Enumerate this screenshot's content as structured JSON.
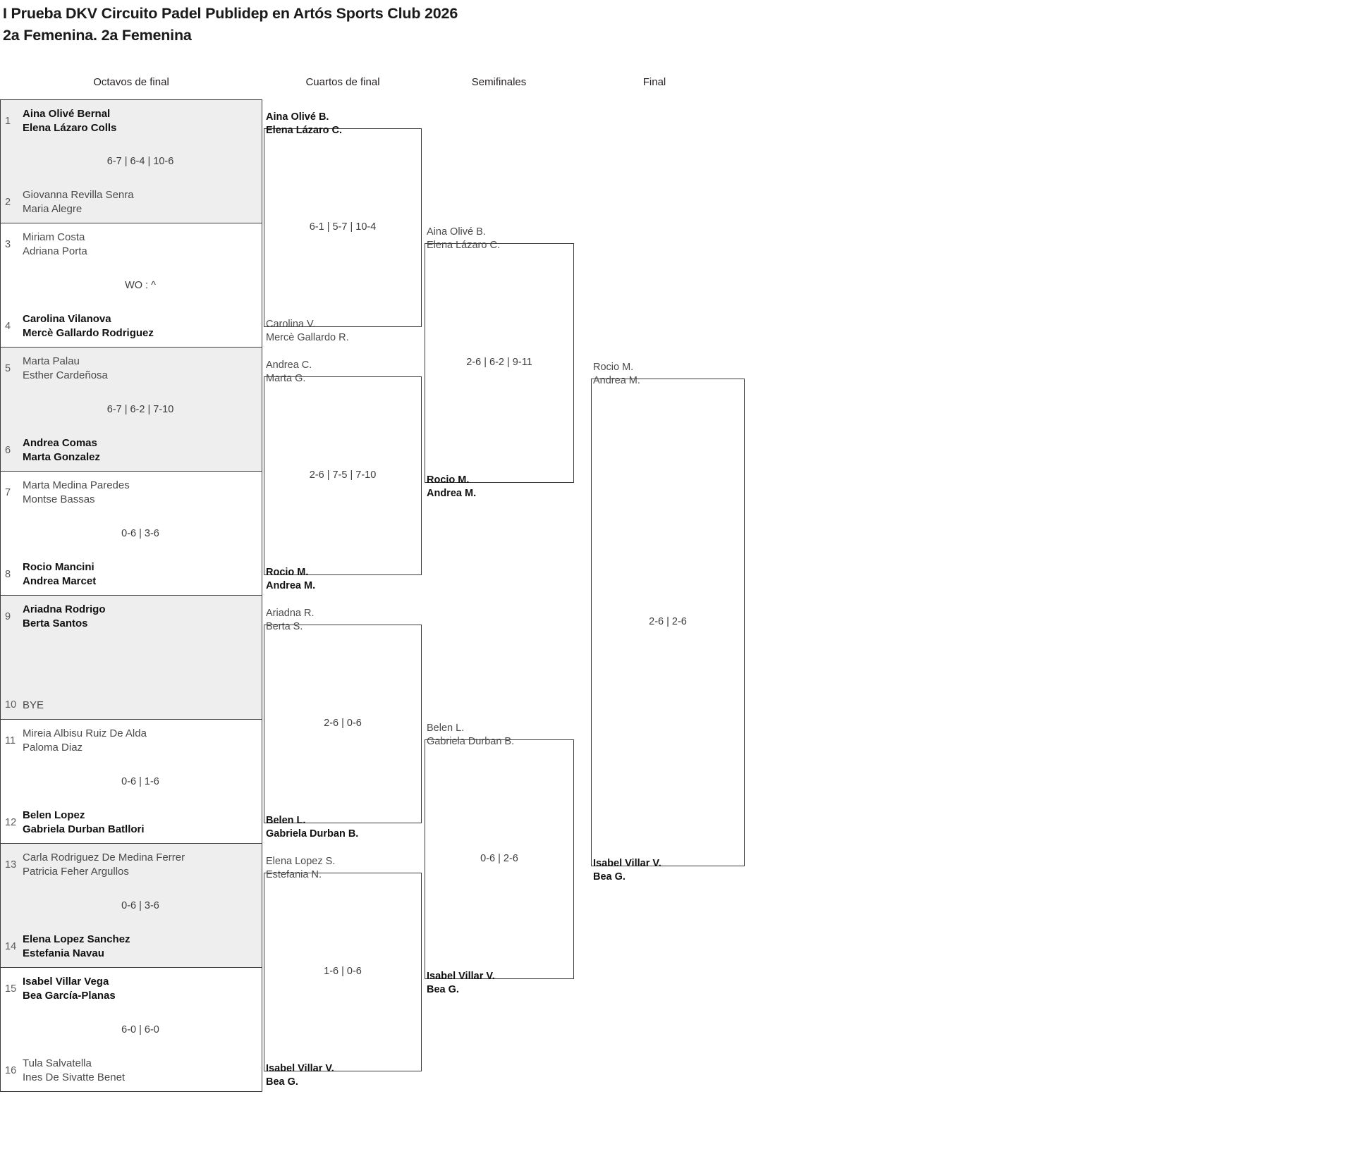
{
  "header": {
    "title_line1": "I Prueba DKV Circuito Padel Publidep en Artós Sports Club 2026",
    "title_line2": "2a Femenina. 2a Femenina"
  },
  "rounds": [
    {
      "label": "Octavos de final"
    },
    {
      "label": "Cuartos de final"
    },
    {
      "label": "Semifinales"
    },
    {
      "label": "Final"
    }
  ],
  "round1": [
    {
      "top": {
        "seed": "1",
        "p1": "Aina Olivé Bernal",
        "p2": "Elena Lázaro Colls",
        "winner": true
      },
      "bottom": {
        "seed": "2",
        "p1": "Giovanna Revilla Senra",
        "p2": "Maria Alegre",
        "winner": false
      },
      "score": "6-7 | 6-4 | 10-6"
    },
    {
      "top": {
        "seed": "3",
        "p1": "Miriam Costa",
        "p2": "Adriana Porta",
        "winner": false
      },
      "bottom": {
        "seed": "4",
        "p1": "Carolina Vilanova",
        "p2": "Mercè Gallardo Rodriguez",
        "winner": true
      },
      "score": "WO : ^"
    },
    {
      "top": {
        "seed": "5",
        "p1": "Marta Palau",
        "p2": "Esther Cardeñosa",
        "winner": false
      },
      "bottom": {
        "seed": "6",
        "p1": "Andrea Comas",
        "p2": "Marta Gonzalez",
        "winner": true
      },
      "score": "6-7 | 6-2 | 7-10"
    },
    {
      "top": {
        "seed": "7",
        "p1": "Marta Medina Paredes",
        "p2": "Montse Bassas",
        "winner": false
      },
      "bottom": {
        "seed": "8",
        "p1": "Rocio Mancini",
        "p2": "Andrea Marcet",
        "winner": true
      },
      "score": "0-6 | 3-6"
    },
    {
      "top": {
        "seed": "9",
        "p1": "Ariadna Rodrigo",
        "p2": "Berta Santos",
        "winner": true
      },
      "bottom": {
        "seed": "10",
        "p1": "BYE",
        "p2": "",
        "winner": false,
        "bye": true
      },
      "score": ""
    },
    {
      "top": {
        "seed": "11",
        "p1": "Mireia Albisu Ruiz De Alda",
        "p2": "Paloma Diaz",
        "winner": false
      },
      "bottom": {
        "seed": "12",
        "p1": "Belen Lopez",
        "p2": "Gabriela Durban Batllori",
        "winner": true
      },
      "score": "0-6 | 1-6"
    },
    {
      "top": {
        "seed": "13",
        "p1": "Carla Rodriguez De Medina Ferrer",
        "p2": "Patricia Feher Argullos",
        "winner": false
      },
      "bottom": {
        "seed": "14",
        "p1": "Elena Lopez Sanchez",
        "p2": "Estefania Navau",
        "winner": true
      },
      "score": "0-6 | 3-6"
    },
    {
      "top": {
        "seed": "15",
        "p1": "Isabel Villar Vega",
        "p2": "Bea García-Planas",
        "winner": true
      },
      "bottom": {
        "seed": "16",
        "p1": "Tula Salvatella",
        "p2": "Ines De Sivatte Benet",
        "winner": false
      },
      "score": "6-0 | 6-0"
    }
  ],
  "round2": [
    {
      "top": {
        "p1": "Aina Olivé B.",
        "p2": "Elena Lázaro C.",
        "winner": true
      },
      "bottom": {
        "p1": "Carolina V.",
        "p2": "Mercè Gallardo R.",
        "winner": false
      },
      "score": "6-1 | 5-7 | 10-4"
    },
    {
      "top": {
        "p1": "Andrea C.",
        "p2": "Marta G.",
        "winner": false
      },
      "bottom": {
        "p1": "Rocio M.",
        "p2": "Andrea M.",
        "winner": true
      },
      "score": "2-6 | 7-5 | 7-10"
    },
    {
      "top": {
        "p1": "Ariadna R.",
        "p2": "Berta S.",
        "winner": false
      },
      "bottom": {
        "p1": "Belen L.",
        "p2": "Gabriela Durban B.",
        "winner": true
      },
      "score": "2-6 | 0-6"
    },
    {
      "top": {
        "p1": "Elena Lopez S.",
        "p2": "Estefania N.",
        "winner": false
      },
      "bottom": {
        "p1": "Isabel Villar V.",
        "p2": "Bea G.",
        "winner": true
      },
      "score": "1-6 | 0-6"
    }
  ],
  "round3": [
    {
      "top": {
        "p1": "Aina Olivé B.",
        "p2": "Elena Lázaro C.",
        "winner": false
      },
      "bottom": {
        "p1": "Rocio M.",
        "p2": "Andrea M.",
        "winner": true
      },
      "score": "2-6 | 6-2 | 9-11"
    },
    {
      "top": {
        "p1": "Belen L.",
        "p2": "Gabriela Durban B.",
        "winner": false
      },
      "bottom": {
        "p1": "Isabel Villar V.",
        "p2": "Bea G.",
        "winner": true
      },
      "score": "0-6 | 2-6"
    }
  ],
  "round4": [
    {
      "top": {
        "p1": "Rocio M.",
        "p2": "Andrea M.",
        "winner": false
      },
      "bottom": {
        "p1": "Isabel Villar V.",
        "p2": "Bea G.",
        "winner": true
      },
      "score": "2-6 | 2-6"
    }
  ]
}
